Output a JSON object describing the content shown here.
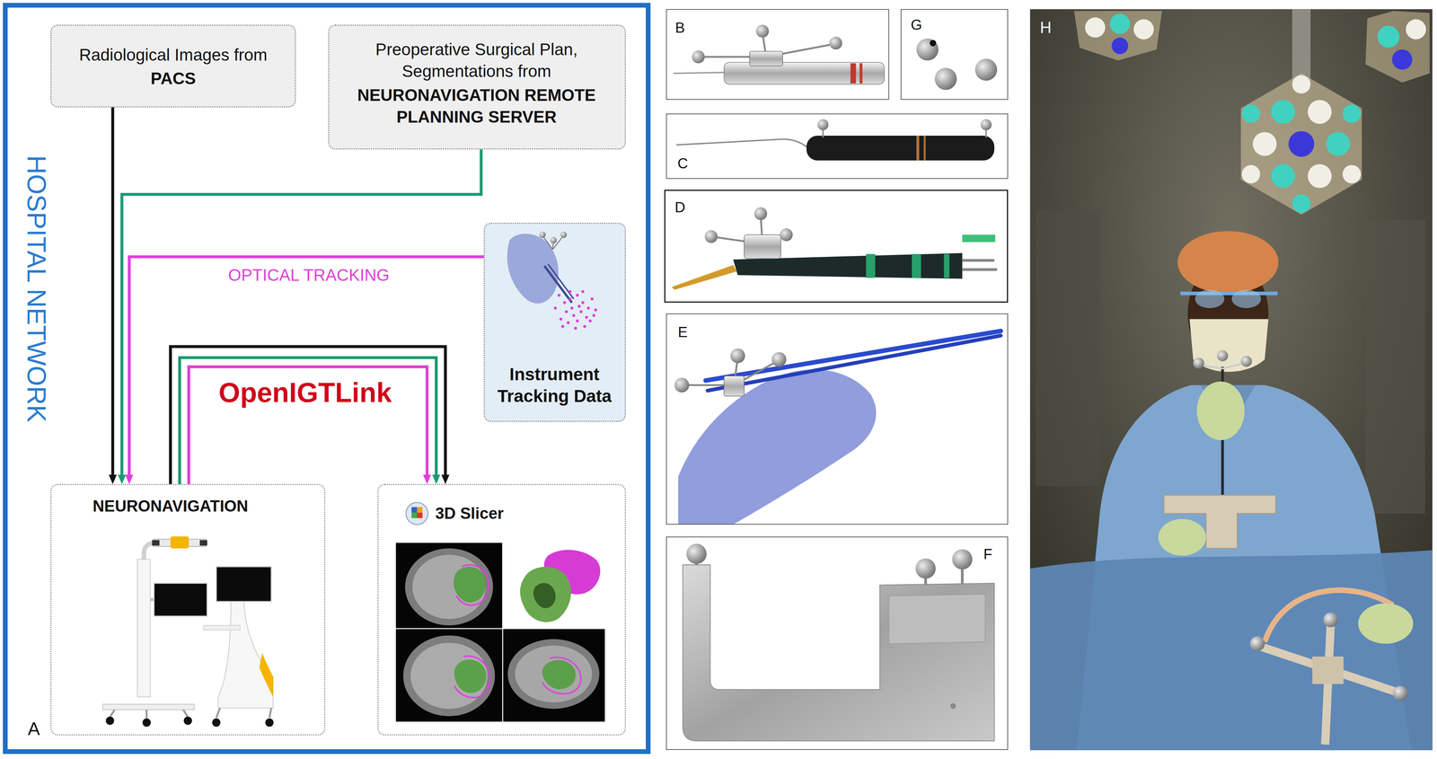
{
  "diagram": {
    "nodes": [
      {
        "text": [
          "HOSPITAL NETWORK",
          "A"
        ]
      },
      {
        "text": [
          "Radiological Images from",
          "PACS"
        ],
        "in": 0
      },
      {
        "text": [
          "Preoperative Surgical Plan, Segmentations from",
          "NEURONAVIGATION REMOTE PLANNING SERVER"
        ],
        "in": 0
      },
      {
        "text": [
          "Instrument Tracking Data"
        ],
        "in": 0
      },
      {
        "text": [
          "NEURONAVIGATION"
        ],
        "in": 0
      },
      {
        "text": [
          "3D Slicer"
        ],
        "in": 0
      },
      {
        "text": [
          "B"
        ]
      },
      {
        "text": [
          "G"
        ]
      },
      {
        "text": [
          "C"
        ]
      },
      {
        "text": [
          "D"
        ]
      },
      {
        "text": [
          "E"
        ]
      },
      {
        "text": [
          "F"
        ]
      },
      {
        "text": [
          "H"
        ]
      }
    ],
    "edges": [
      {
        "from": 1,
        "to": 4,
        "arrow": "to"
      },
      {
        "from": 2,
        "to": 4,
        "arrow": "to"
      },
      {
        "from": 3,
        "to": 4,
        "label": "OPTICAL TRACKING",
        "arrow": "to"
      },
      {
        "from": 4,
        "to": 5,
        "arrow": "to"
      },
      {
        "from": 4,
        "to": 5,
        "arrow": "to"
      },
      {
        "from": 4,
        "to": 5,
        "label": "OpenIGTLink",
        "arrow": "to"
      }
    ]
  }
}
